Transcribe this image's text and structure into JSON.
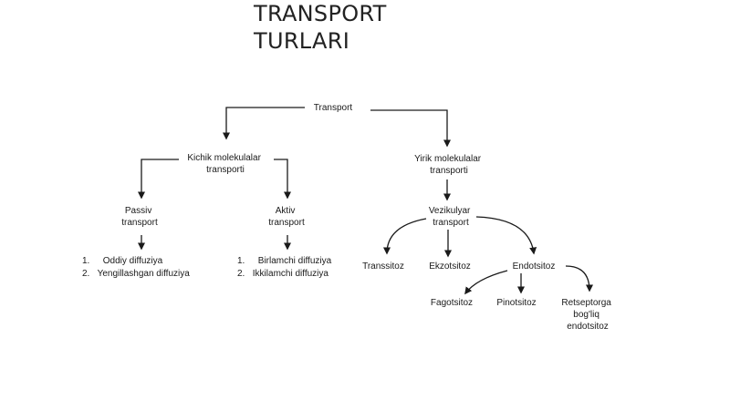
{
  "title": {
    "line1": "TRANSPORT",
    "line2": "TURLARI"
  },
  "nodes": {
    "transport": "Transport",
    "kichik": [
      "Kichik molekulalar",
      "transporti"
    ],
    "yirik": [
      "Yirik molekulalar",
      "transporti"
    ],
    "passiv": [
      "Passiv",
      "transport"
    ],
    "aktiv": [
      "Aktiv",
      "transport"
    ],
    "vezikulyar": [
      "Vezikulyar",
      "transport"
    ],
    "transsitoz": "Transsitoz",
    "ekzotsitoz": "Ekzotsitoz",
    "endotsitoz": "Endotsitoz",
    "fagotsitoz": "Fagotsitoz",
    "pinotsitoz": "Pinotsitoz",
    "retseptor": [
      "Retseptorga",
      "bog'liq",
      "endotsitoz"
    ]
  },
  "passive_list": [
    {
      "num": "1.",
      "text": "Oddiy diffuziya"
    },
    {
      "num": "2.",
      "text": "Yengillashgan diffuziya"
    }
  ],
  "active_list": [
    {
      "num": "1.",
      "text": "Birlamchi diffuziya"
    },
    {
      "num": "2.",
      "text": "Ikkilamchi diffuziya"
    }
  ]
}
